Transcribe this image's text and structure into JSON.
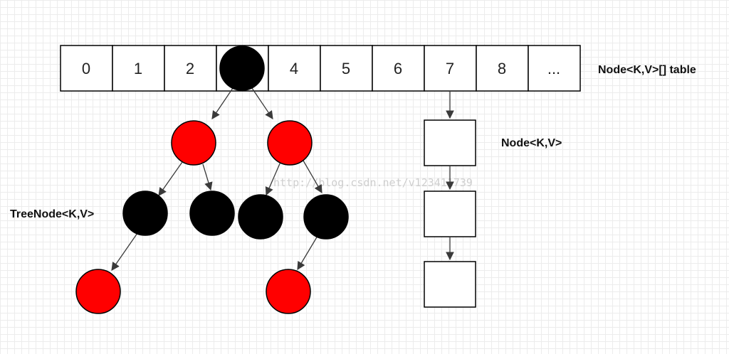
{
  "table": {
    "label": "Node<K,V>[] table",
    "cells": [
      "0",
      "1",
      "2",
      "",
      "4",
      "5",
      "6",
      "7",
      "8",
      "..."
    ]
  },
  "list": {
    "label": "Node<K,V>"
  },
  "tree": {
    "label": "TreeNode<K,V>",
    "colors": {
      "red": "#ff0000",
      "black": "#000000"
    }
  },
  "watermark": "http://blog.csdn.net/v123411739"
}
